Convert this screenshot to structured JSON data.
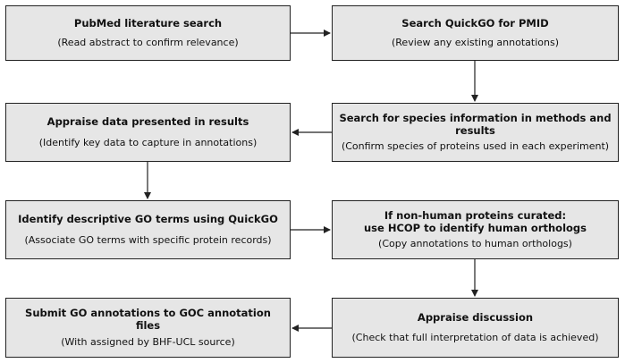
{
  "steps": [
    {
      "title": "PubMed literature search",
      "subtitle": "(Read abstract to confirm relevance)"
    },
    {
      "title": "Search QuickGO for PMID",
      "subtitle": "(Review any existing annotations)"
    },
    {
      "title": "Appraise data presented in results",
      "subtitle": "(Identify key data to capture in annotations)"
    },
    {
      "title": "Search for species information in methods and results",
      "subtitle": "(Confirm species of proteins used in each experiment)"
    },
    {
      "title": "Identify descriptive GO terms using QuickGO",
      "subtitle": "(Associate GO terms with specific protein records)"
    },
    {
      "title_line1": "If non-human proteins curated:",
      "title_line2": "use HCOP to identify human orthologs",
      "subtitle": "(Copy annotations to human orthologs)"
    },
    {
      "title": "Submit GO annotations to GOC annotation files",
      "subtitle": "(With assigned by BHF-UCL source)"
    },
    {
      "title": "Appraise discussion",
      "subtitle": "(Check that full interpretation of data is achieved)"
    }
  ]
}
